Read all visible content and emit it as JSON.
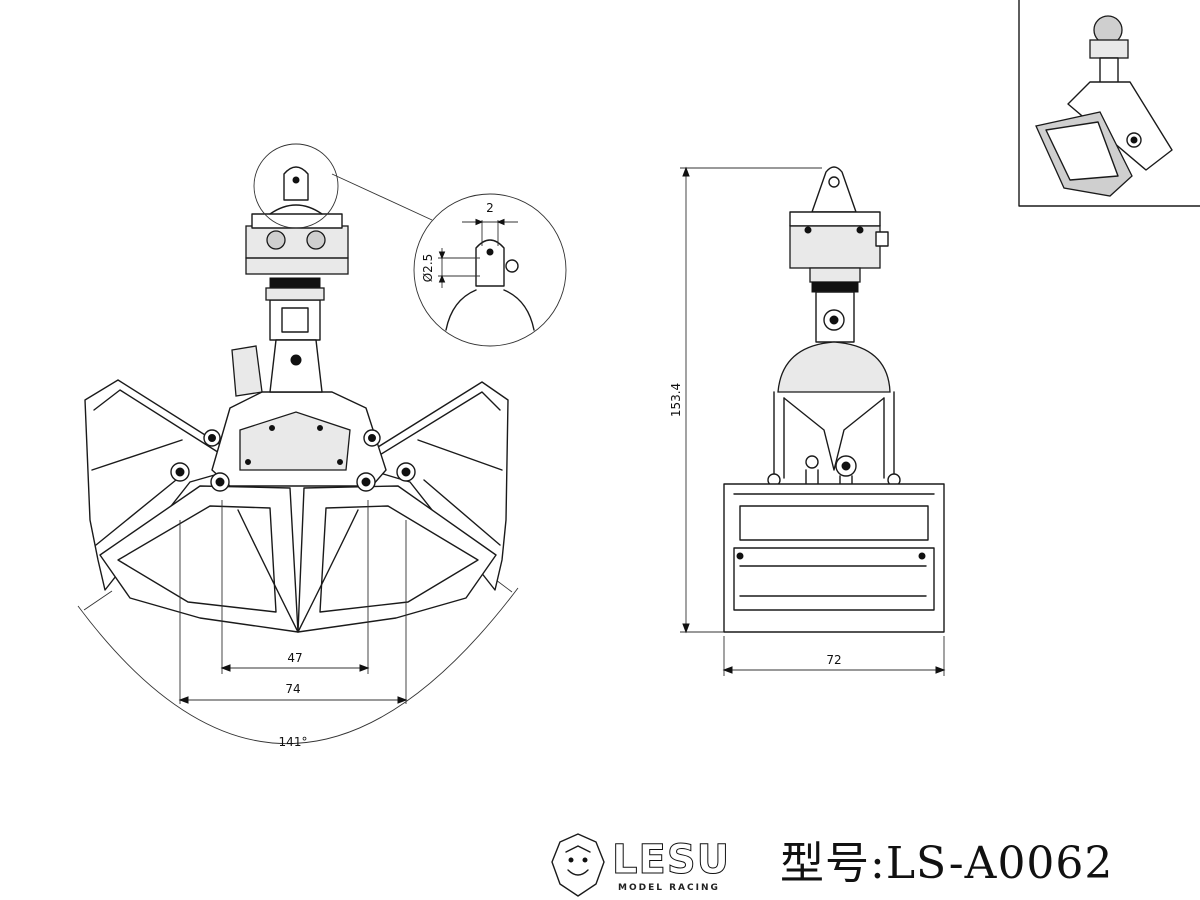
{
  "dimensions": {
    "inner_width": "47",
    "outer_width": "74",
    "opening_angle": "141°",
    "pin_width": "2",
    "pin_diameter": "Ø2.5",
    "height": "153.4",
    "side_width": "72"
  },
  "branding": {
    "logo_text": "LESU",
    "logo_subtext": "MODEL RACING",
    "model_label": "型号:LS-A0062"
  }
}
